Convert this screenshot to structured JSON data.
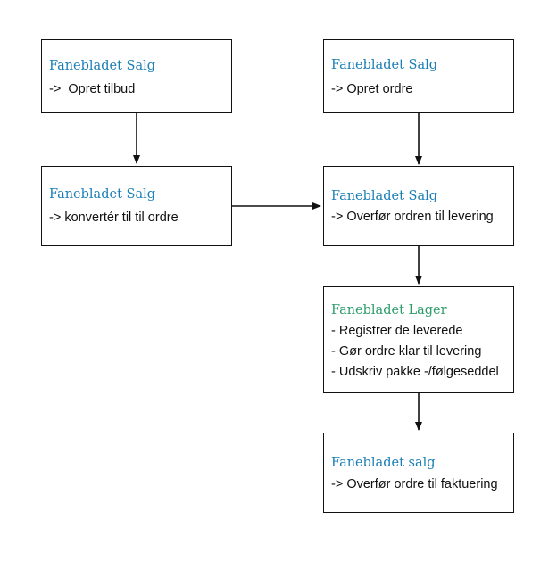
{
  "diagram": {
    "nodes": [
      {
        "id": "opret-tilbud",
        "title": "Fanebladet Salg",
        "lines": [
          "->  Opret tilbud"
        ]
      },
      {
        "id": "konverter",
        "title": "Fanebladet Salg",
        "lines": [
          "-> konvertér til til ordre"
        ]
      },
      {
        "id": "opret-ordre",
        "title": "Fanebladet Salg",
        "lines": [
          "-> Opret ordre"
        ]
      },
      {
        "id": "overfor-levering",
        "title": "Fanebladet Salg",
        "lines": [
          "-> Overfør ordren til levering"
        ]
      },
      {
        "id": "lager",
        "title": "Fanebladet Lager",
        "lines": [
          "- Registrer de leverede",
          "- Gør ordre klar til levering",
          "- Udskriv pakke -/følgeseddel"
        ]
      },
      {
        "id": "faktuering",
        "title": "Fanebladet salg",
        "lines": [
          "-> Overfør ordre til faktuering"
        ]
      }
    ],
    "edges": [
      {
        "from": "opret-tilbud",
        "to": "konverter"
      },
      {
        "from": "opret-ordre",
        "to": "overfor-levering"
      },
      {
        "from": "konverter",
        "to": "overfor-levering"
      },
      {
        "from": "overfor-levering",
        "to": "lager"
      },
      {
        "from": "lager",
        "to": "faktuering"
      }
    ],
    "colors": {
      "title_blue": "#1b7fb5",
      "title_green": "#2c9c6a",
      "border": "#111111",
      "text": "#111111"
    }
  }
}
